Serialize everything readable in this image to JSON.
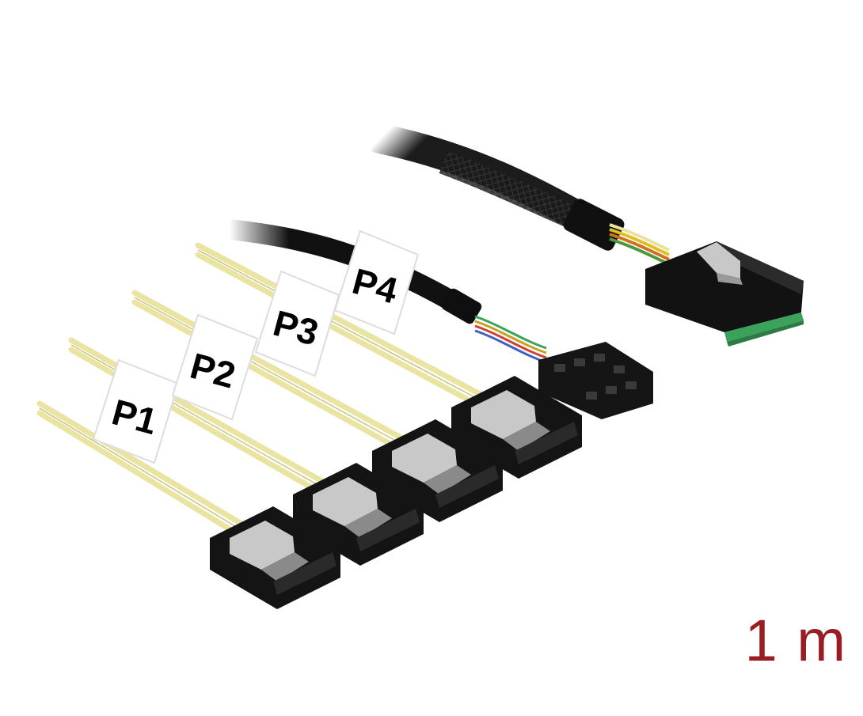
{
  "product": {
    "port_labels": [
      "P1",
      "P2",
      "P3",
      "P4"
    ],
    "length_label": "1 m"
  },
  "colors": {
    "background": "#ffffff",
    "sata_wire": "#e9e4a2",
    "braid": "#1c1c1c",
    "connector_body": "#111111",
    "latch_metal": "#c8c8c8",
    "pcb": "#3aa25a",
    "length_text": "#9a1d24"
  },
  "icons": [
    "mini-sas-connector-icon",
    "sata-connector-icon",
    "sideband-header-icon"
  ]
}
